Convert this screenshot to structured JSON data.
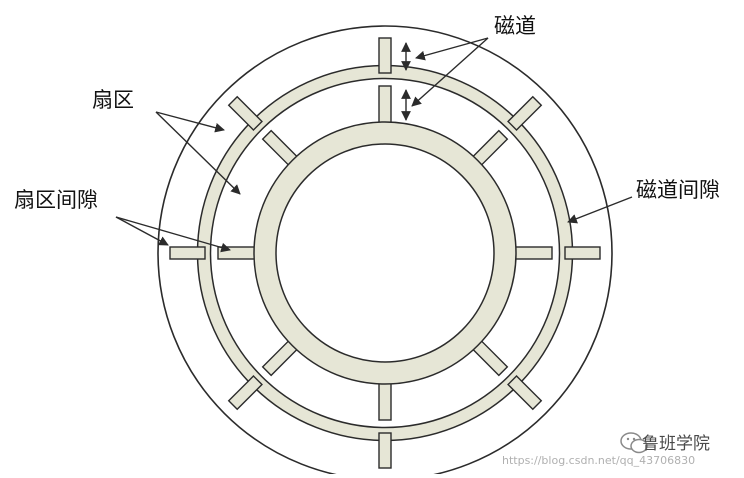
{
  "diagram": {
    "labels": {
      "track": "磁道",
      "sector": "扇区",
      "sector_gap": "扇区间隙",
      "track_gap": "磁道间隙"
    },
    "colors": {
      "stroke": "#2b2b2b",
      "gap_fill": "#e6e6d6",
      "background": "#ffffff"
    }
  },
  "watermark": {
    "name": "鲁班学院",
    "url": "https://blog.csdn.net/qq_43706830"
  }
}
